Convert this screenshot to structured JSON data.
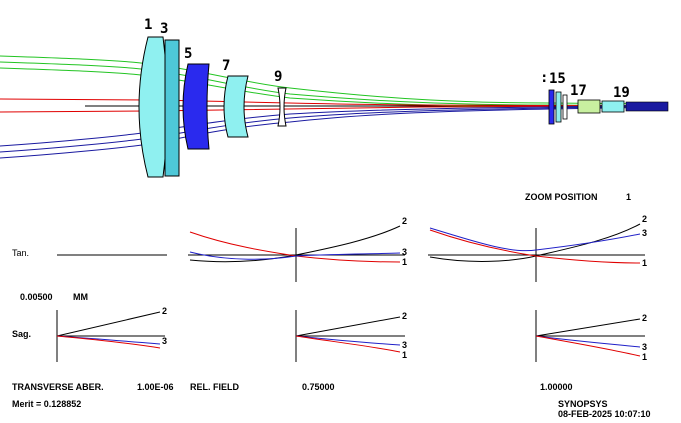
{
  "lens_diagram": {
    "element_labels": [
      "1",
      "3",
      "5",
      "7",
      "9",
      ":",
      "15",
      "17",
      "19"
    ]
  },
  "zoom": {
    "label": "ZOOM POSITION",
    "value": "1"
  },
  "scale": {
    "value": "0.00500",
    "unit": "MM"
  },
  "plots": {
    "tan_label": "Tan.",
    "sag_label": "Sag.",
    "curve_labels": [
      "1",
      "2",
      "3"
    ]
  },
  "footer": {
    "transverse_label": "TRANSVERSE ABER.",
    "transverse_value": "1.00E-06",
    "rel_field_label": "REL. FIELD",
    "field_mid": "0.75000",
    "field_full": "1.00000",
    "merit": "Merit = 0.128852",
    "program": "SYNOPSYS",
    "datetime": "08-FEB-2025 10:07:10"
  },
  "colors": {
    "ray_green": "#22c422",
    "ray_red": "#e00000",
    "ray_blue": "#1a1aa0",
    "lens_cyan": "#8ff0f0",
    "lens_blue": "#2a2aee",
    "lens_teal": "#4ec8d8",
    "curve_black": "#000000",
    "curve_red": "#e00000",
    "curve_blue": "#2020c8"
  }
}
